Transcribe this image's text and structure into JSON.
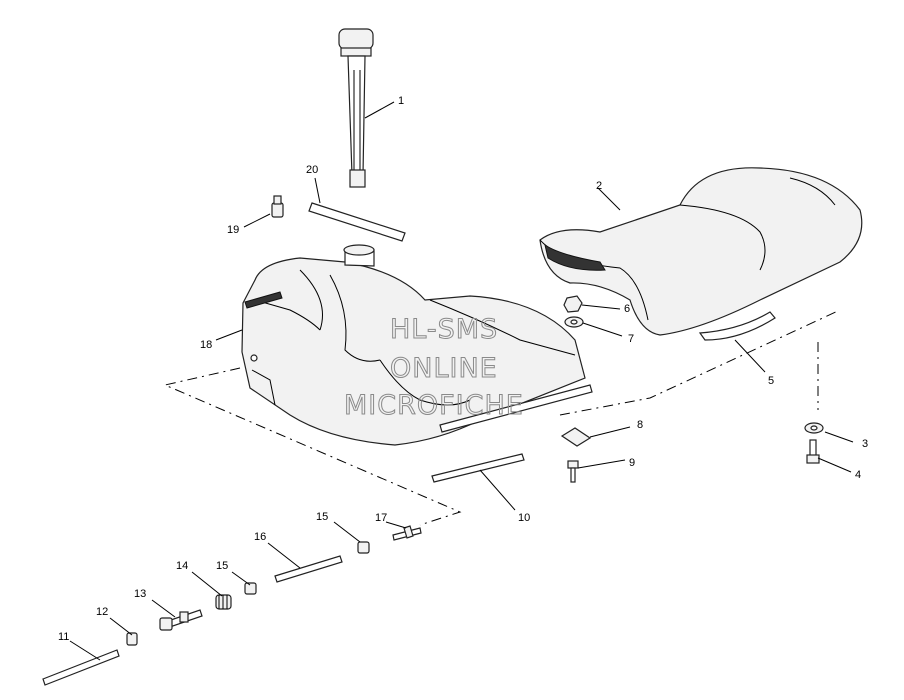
{
  "callouts": {
    "c1": "1",
    "c2": "2",
    "c3": "3",
    "c4": "4",
    "c5": "5",
    "c6": "6",
    "c7": "7",
    "c8": "8",
    "c9": "9",
    "c10": "10",
    "c11": "11",
    "c12": "12",
    "c13": "13",
    "c14": "14",
    "c15a": "15",
    "c15b": "15",
    "c16": "16",
    "c17": "17",
    "c18": "18",
    "c19": "19",
    "c20": "20"
  },
  "watermark": {
    "line1": "HL-SMS",
    "line2": "ONLINE",
    "line3": "MICROFICHE"
  }
}
